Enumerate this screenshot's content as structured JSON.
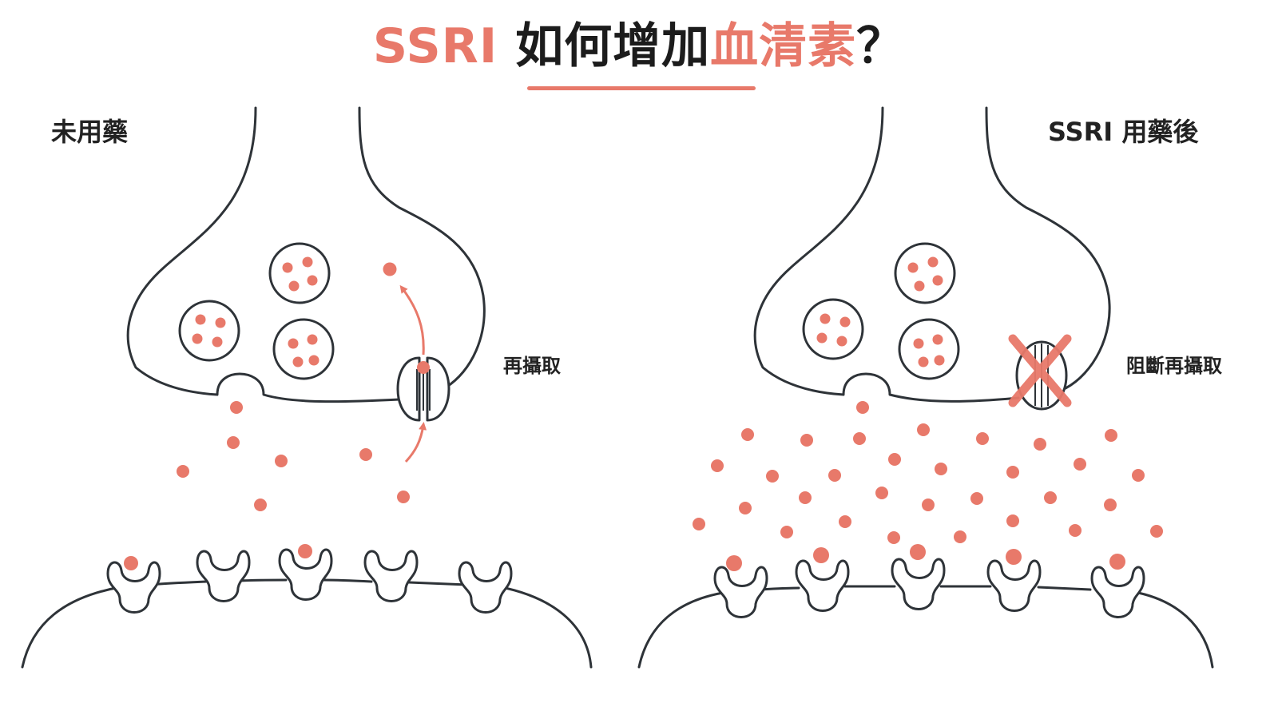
{
  "title": {
    "part1": "SSRI",
    "part2": "如何增加",
    "part3": "血清素",
    "part4": "？"
  },
  "left_panel": {
    "label": "未用藥",
    "reuptake_label": "再攝取"
  },
  "right_panel": {
    "label": "SSRI 用藥後",
    "block_label": "阻斷再攝取"
  },
  "colors": {
    "accent": "#e8796a",
    "stroke": "#2e3338",
    "background": "#ffffff"
  },
  "icons": [
    "vesicle",
    "serotonin-molecule",
    "reuptake-transporter",
    "receptor",
    "block-x"
  ]
}
